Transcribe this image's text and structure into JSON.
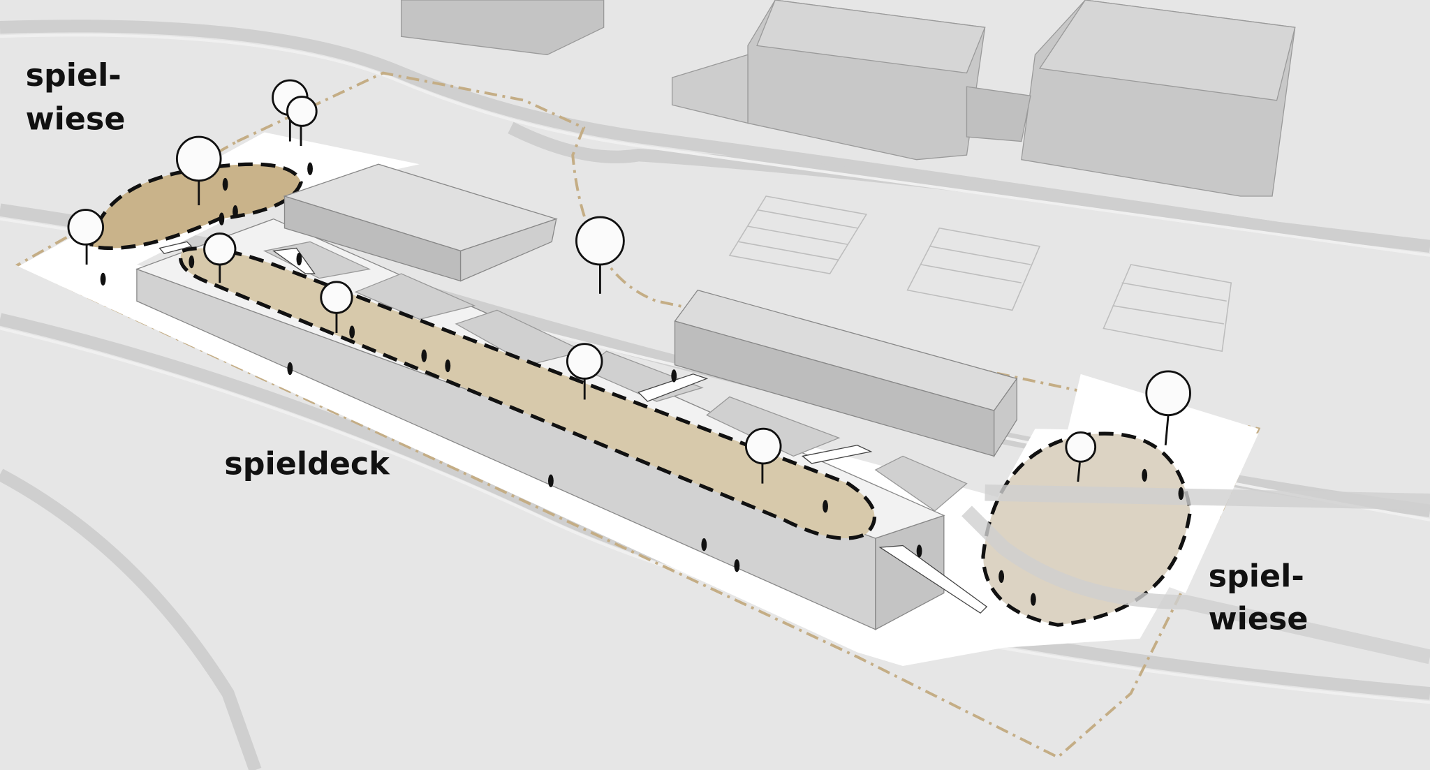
{
  "labels": {
    "top_left": {
      "line1": "spiel-",
      "line2": "wiese"
    },
    "center": "spieldeck",
    "right": {
      "line1": "spiel-",
      "line2": "wiese"
    }
  },
  "colors": {
    "background": "#e4e4e4",
    "terrain_band": "#d9d9d9",
    "site": "#ffffff",
    "play_zone": "#d7c7a8",
    "play_zone_dark": "#c9b38a",
    "boundary": "#c4ad85",
    "building_top": "#d4d4d4",
    "building_side": "#b8b8b8",
    "outline": "#111111"
  }
}
